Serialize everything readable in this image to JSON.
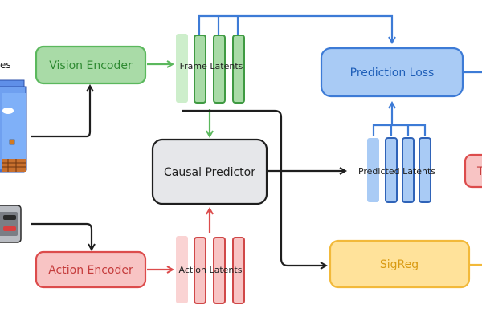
{
  "nodes": {
    "frames_label": "es",
    "vision_encoder": "Vision Encoder",
    "frame_latents": "Frame Latents",
    "causal_predictor": "Causal Predictor",
    "prediction_loss": "Prediction Loss",
    "predicted_latents": "Predicted Latents",
    "action_encoder": "Action Encoder",
    "action_latents": "Action Latents",
    "sigreg": "SigReg",
    "cut_box": "T"
  },
  "colors": {
    "green": "#5bb85d",
    "green_fill": "#a9dba7",
    "green_light": "#cdeecb",
    "blue": "#3d7bd6",
    "blue_fill": "#a9cbf5",
    "red": "#dc4c4c",
    "red_fill": "#f8c4c4",
    "yellow": "#f2b93a",
    "yellow_fill": "#ffe29a",
    "gray_fill": "#e6e7ea",
    "dark": "#1e1e1e"
  }
}
